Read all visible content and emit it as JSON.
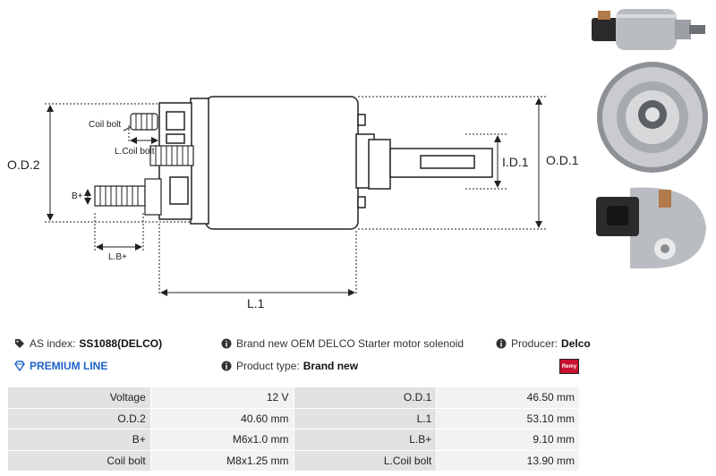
{
  "drawing": {
    "labels": {
      "od2": "O.D.2",
      "od1": "O.D.1",
      "id1": "I.D.1",
      "l1": "L.1",
      "coil_bolt": "Coil bolt",
      "l_coil_bolt": "L.Coil bolt",
      "b_plus": "B+",
      "lb_plus": "L.B+"
    }
  },
  "info": {
    "as_index_label": "AS index:",
    "as_index_value": "SS1088(DELCO)",
    "premium_line": "PREMIUM LINE",
    "description": "Brand new OEM DELCO Starter motor solenoid",
    "product_type_label": "Product type:",
    "product_type_value": "Brand new",
    "producer_label": "Producer:",
    "producer_value": "Delco",
    "producer_logo_text": "Remy"
  },
  "specs": [
    {
      "l1": "Voltage",
      "v1": "12 V",
      "l2": "O.D.1",
      "v2": "46.50 mm"
    },
    {
      "l1": "O.D.2",
      "v1": "40.60 mm",
      "l2": "L.1",
      "v2": "53.10 mm"
    },
    {
      "l1": "B+",
      "v1": "M6x1.0 mm",
      "l2": "L.B+",
      "v2": "9.10 mm"
    },
    {
      "l1": "Coil bolt",
      "v1": "M8x1.25 mm",
      "l2": "L.Coil bolt",
      "v2": "13.90 mm"
    }
  ],
  "colors": {
    "accent_blue": "#1e64c8",
    "label_cell": "#e2e2e2",
    "value_cell": "#f2f2f2",
    "remy_red": "#c8102e"
  }
}
